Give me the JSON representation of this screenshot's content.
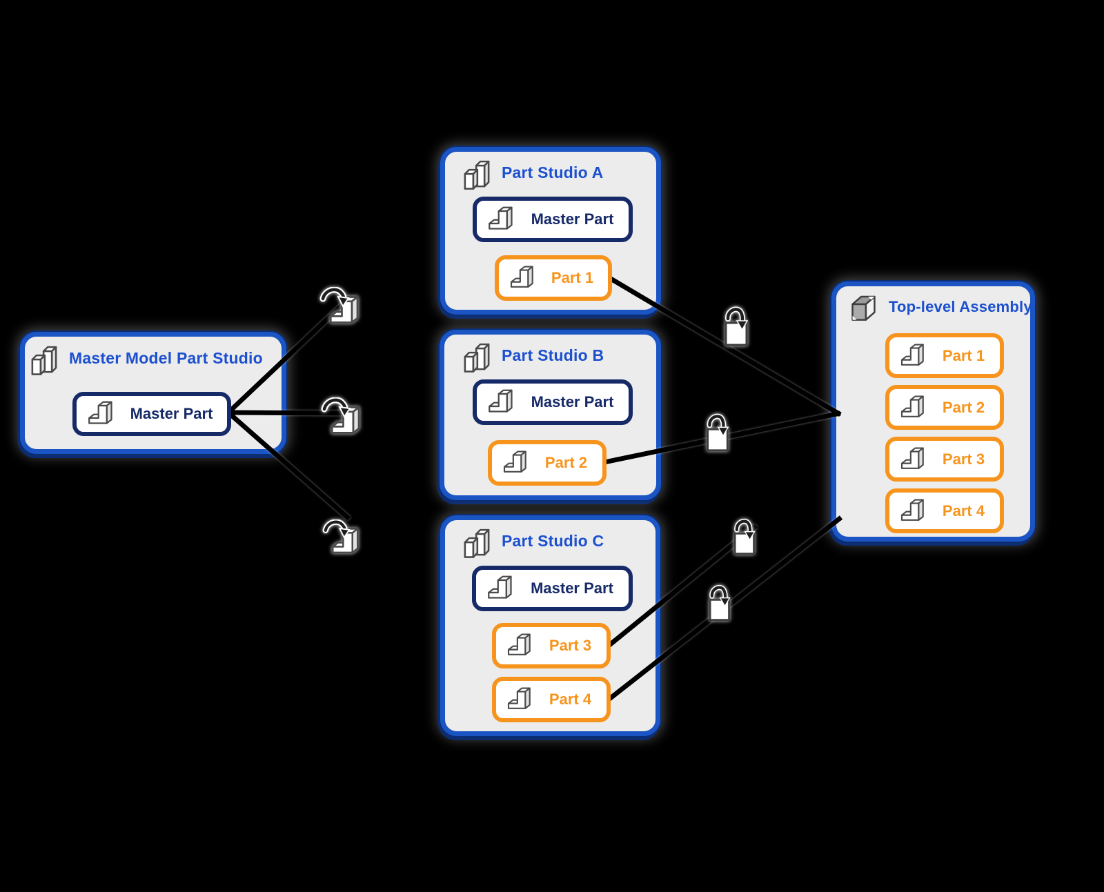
{
  "background": "#000000",
  "colors": {
    "box_fill": "#ececec",
    "box_border_blue": "#1b55c4",
    "box_border_navy_bevel": "#0c2d72",
    "title_blue": "#1c50cf",
    "master_navy": "#172a68",
    "part_orange": "#f7941d",
    "connector_black": "#000000"
  },
  "master_studio": {
    "title": "Master Model Part Studio",
    "part": "Master Part"
  },
  "studios": [
    {
      "title": "Part Studio A",
      "master": "Master Part",
      "parts": [
        "Part 1"
      ]
    },
    {
      "title": "Part Studio B",
      "master": "Master Part",
      "parts": [
        "Part 2"
      ]
    },
    {
      "title": "Part Studio C",
      "master": "Master Part",
      "parts": [
        "Part 3",
        "Part 4"
      ]
    }
  ],
  "assembly": {
    "title": "Top-level Assembly",
    "parts": [
      "Part 1",
      "Part 2",
      "Part 3",
      "Part 4"
    ]
  },
  "icons": {
    "part_studio": "part-studio-icon",
    "part": "part-icon",
    "assembly": "assembly-cube-icon",
    "derive": "derive-arrow-icon",
    "insert": "insert-into-assembly-icon"
  }
}
